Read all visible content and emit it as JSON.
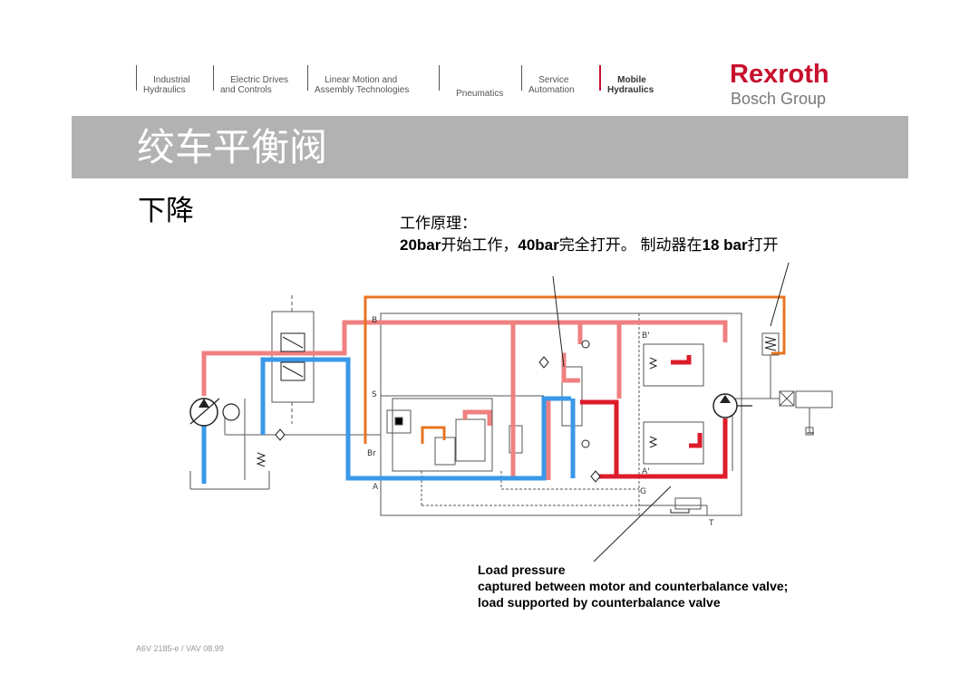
{
  "nav": {
    "items": [
      {
        "line1": "Industrial",
        "line2": "Hydraulics"
      },
      {
        "line1": "Electric Drives",
        "line2": "and Controls"
      },
      {
        "line1": "Linear Motion and",
        "line2": "Assembly Technologies"
      },
      {
        "line1": "",
        "line2": "Pneumatics"
      },
      {
        "line1": "Service",
        "line2": "Automation"
      },
      {
        "line1": "Mobile",
        "line2": "Hydraulics"
      }
    ]
  },
  "logo": {
    "name": "Rexroth",
    "group": "Bosch Group"
  },
  "banner": {
    "title": "绞车平衡阀"
  },
  "subtitle": "下降",
  "principle": {
    "heading": "工作原理：",
    "p1": "20bar",
    "t1": "开始工作，",
    "p2": "40bar",
    "t2": "完全打开。 制动器在",
    "p3": "18 bar",
    "t3": "打开"
  },
  "load": {
    "line1": "Load pressure",
    "line2": "captured between motor and counterbalance valve;",
    "line3": "load supported by counterbalance valve"
  },
  "ports": {
    "B": "B",
    "S": "S",
    "Br": "Br",
    "A": "A",
    "B2": "B'",
    "A2": "A'",
    "G": "G",
    "T": "T"
  },
  "footer": "A6V 2185-e / VAV 08.99",
  "colors": {
    "pink": "#f08080",
    "red": "#dd1c2a",
    "blue": "#3a98e8",
    "orange": "#e87420",
    "brand": "#c8102e"
  }
}
